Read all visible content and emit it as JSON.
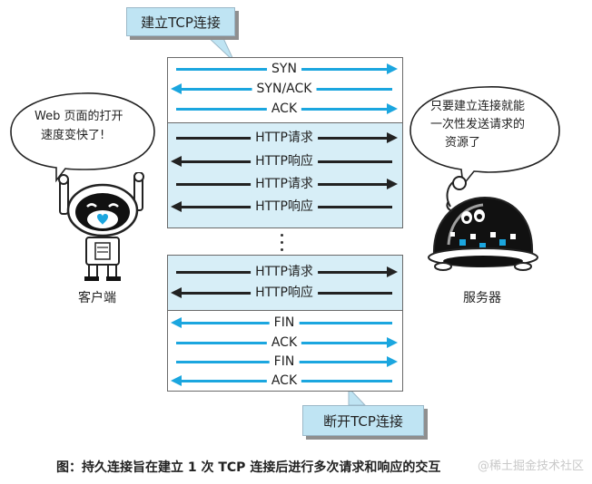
{
  "callouts": {
    "top": "建立TCP连接",
    "bottom": "断开TCP连接"
  },
  "handshake": [
    "SYN",
    "SYN/ACK",
    "ACK"
  ],
  "requests_1": [
    "HTTP请求",
    "HTTP响应",
    "HTTP请求",
    "HTTP响应"
  ],
  "requests_2": [
    "HTTP请求",
    "HTTP响应"
  ],
  "teardown": [
    "FIN",
    "ACK",
    "FIN",
    "ACK"
  ],
  "client": {
    "label": "客户端",
    "speech_line1": "Web 页面的打开",
    "speech_line2": "速度变快了!"
  },
  "server": {
    "label": "服务器",
    "speech_line1": "只要建立连接就能",
    "speech_line2": "一次性发送请求的",
    "speech_line3": "资源了"
  },
  "caption": "图：持久连接旨在建立 1 次 TCP 连接后进行多次请求和响应的交互",
  "watermark": "@稀土掘金技术社区",
  "colors": {
    "accent": "#1ba6df",
    "panel": "#d7eef7",
    "callout": "#bfe4f3"
  }
}
